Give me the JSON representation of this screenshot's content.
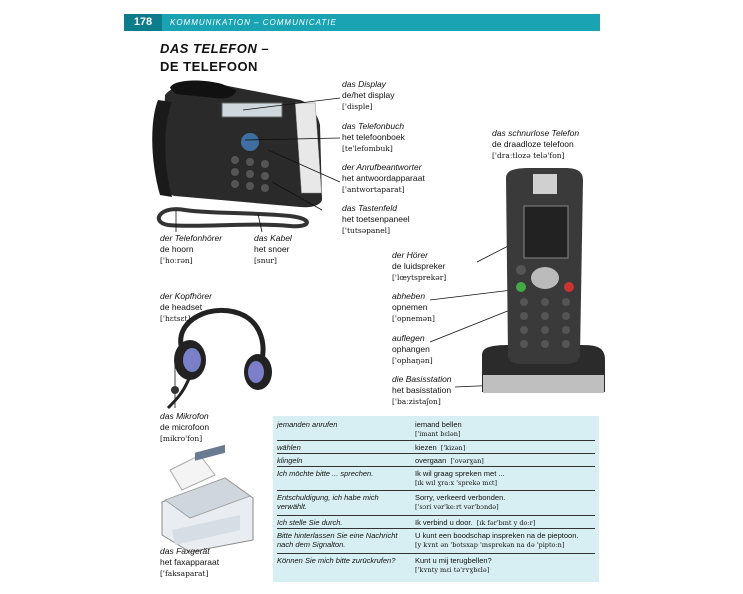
{
  "header": {
    "page_number": "178",
    "section": "KOMMUNIKATION – COMMUNICATIE"
  },
  "title": {
    "de": "DAS TELEFON –",
    "nl": "DE TELEFOON"
  },
  "labels": {
    "display": {
      "de": "das Display",
      "nl": "de/het display",
      "ph": "['disple]"
    },
    "phonebook": {
      "de": "das Telefonbuch",
      "nl": "het telefoonboek",
      "ph": "[te'lefombuk]"
    },
    "answering_machine": {
      "de": "der Anrufbeantworter",
      "nl": "het antwoordapparaat",
      "ph": "['antwortaparat]"
    },
    "keypad": {
      "de": "das Tastenfeld",
      "nl": "het toetsenpaneel",
      "ph": "['tutsəpanel]"
    },
    "receiver": {
      "de": "der Telefonhörer",
      "nl": "de hoorn",
      "ph": "['hoːrən]"
    },
    "cable": {
      "de": "das Kabel",
      "nl": "het snoer",
      "ph": "[snur]"
    },
    "cordless": {
      "de": "das schnurlose Telefon",
      "nl": "de draadloze telefoon",
      "ph": "['draːtlozə telə'fon]"
    },
    "handset": {
      "de": "der Hörer",
      "nl": "de luidspreker",
      "ph": "['lœytsprekər]"
    },
    "answer": {
      "de": "abheben",
      "nl": "opnemen",
      "ph": "['opnemən]"
    },
    "hangup": {
      "de": "auflegen",
      "nl": "ophangen",
      "ph": "['ophaŋən]"
    },
    "base": {
      "de": "die Basisstation",
      "nl": "het basisstation",
      "ph": "['baːzistaʃon]"
    },
    "headphones": {
      "de": "der Kopfhörer",
      "nl": "de headset",
      "ph": "['hɛtsɛt]"
    },
    "microphone": {
      "de": "das Mikrofon",
      "nl": "de microfoon",
      "ph": "[mikro'fon]"
    },
    "fax": {
      "de": "das Faxgerät",
      "nl": "het faxapparaat",
      "ph": "['faksaparat]"
    }
  },
  "phrases": [
    {
      "de": "jemanden anrufen",
      "nl": "iemand bellen",
      "ph": "['imant bɛlən]"
    },
    {
      "de": "wählen",
      "nl": "kiezen",
      "ph": "['kizən]"
    },
    {
      "de": "klingeln",
      "nl": "overgaan",
      "ph": "['ovərɣan]"
    },
    {
      "de": "Ich möchte bitte ... sprechen.",
      "nl": "Ik wil graag spreken met ...",
      "ph": "[ɪk wɪl ɣraːx 'sprekə mɛt]"
    },
    {
      "de": "Entschuldigung, ich habe mich verwählt.",
      "nl": "Sorry, verkeerd verbonden.",
      "ph": "['sɔri vər'keːrt vər'bɔndə]"
    },
    {
      "de": "Ich stelle Sie durch.",
      "nl": "Ik verbind u door.",
      "ph": "[ɪk fər'bɪnt y doːr]"
    },
    {
      "de": "Bitte hinterlassen Sie eine Nachricht nach dem Signalton.",
      "nl": "U kunt een boodschap inspreken na de pieptoon.",
      "ph": "[y kʏnt ən 'botsxap 'ɪnsprekən na də 'piptoːn]"
    },
    {
      "de": "Können Sie mich bitte zurückrufen?",
      "nl": "Kunt u mij terugbellen?",
      "ph": "['kʏnty mɛi tə'rʏɣbɛlə]"
    }
  ],
  "colors": {
    "accent": "#1aa3b3",
    "accent_dark": "#0e7d8b",
    "table_bg": "#d7eef2"
  }
}
